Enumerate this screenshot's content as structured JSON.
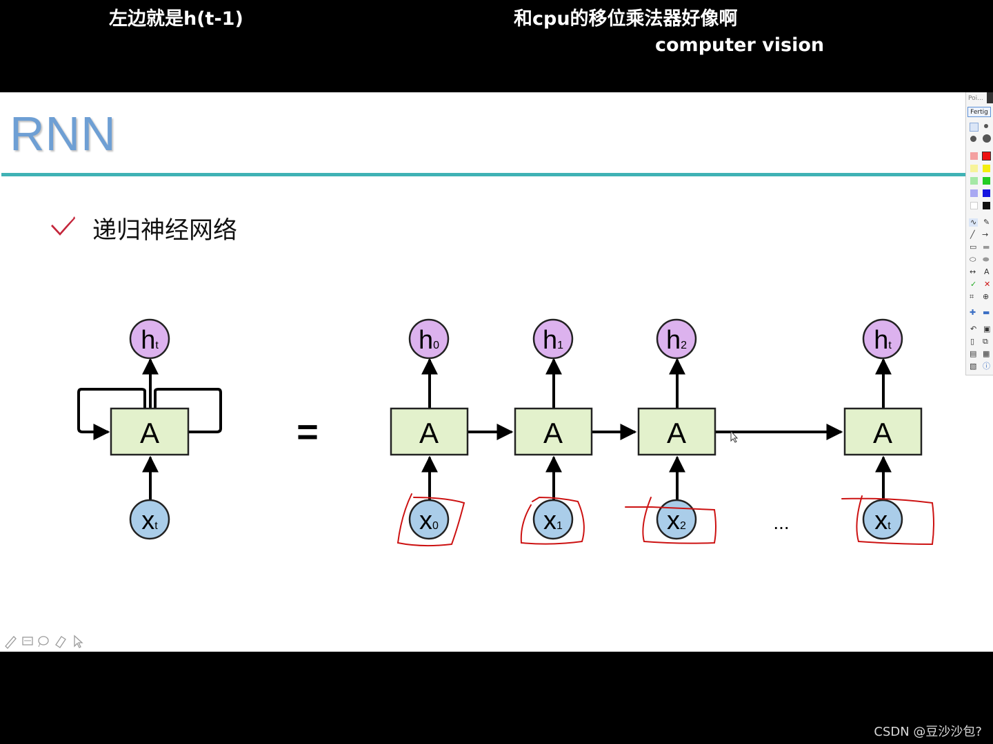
{
  "subtitles": {
    "left": "左边就是h(t-1)",
    "right_line1": "和cpu的移位乘法器好像啊",
    "right_line2": "computer vision"
  },
  "slide": {
    "title": "RNN",
    "bullet": "递归神经网络",
    "accent_color": "#3fb2b5",
    "title_color": "#6e9fd4"
  },
  "diagram": {
    "folded": {
      "cell": "A",
      "output": "h",
      "output_sub": "t",
      "input": "x",
      "input_sub": "t"
    },
    "equals": "=",
    "ellipsis": "...",
    "unrolled": [
      {
        "cell": "A",
        "output": "h",
        "output_sub": "0",
        "input": "x",
        "input_sub": "0"
      },
      {
        "cell": "A",
        "output": "h",
        "output_sub": "1",
        "input": "x",
        "input_sub": "1"
      },
      {
        "cell": "A",
        "output": "h",
        "output_sub": "2",
        "input": "x",
        "input_sub": "2"
      },
      {
        "cell": "A",
        "output": "h",
        "output_sub": "t",
        "input": "x",
        "input_sub": "t"
      }
    ],
    "colors": {
      "cell_fill": "#e3f1cc",
      "output_fill": "#dcb2ee",
      "input_fill": "#aacde9",
      "annotation": "#cc1111"
    }
  },
  "annotation_toolbar": {
    "name": "Poi...",
    "done_label": "Fertig",
    "colors": [
      "#f4a0a0",
      "#ee1111",
      "#f7f39a",
      "#f3ee10",
      "#a5e8a5",
      "#22cc22",
      "#a9a9f2",
      "#1515e0",
      "#ffffff",
      "#111111"
    ],
    "tools": [
      "freehand-icon",
      "marker-icon",
      "line-icon",
      "arrow-icon",
      "rectangle-icon",
      "filled-rectangle-icon",
      "ellipse-icon",
      "filled-ellipse-icon",
      "double-arrow-icon",
      "text-icon",
      "check-icon",
      "cross-icon",
      "crop-icon",
      "zoom-icon",
      "plus-icon",
      "minus-icon",
      "undo-icon",
      "trash-icon",
      "new-page-icon",
      "copy-icon",
      "print-icon",
      "save-icon",
      "screenshot-icon",
      "info-icon"
    ]
  },
  "watermark": "CSDN @豆沙沙包?"
}
